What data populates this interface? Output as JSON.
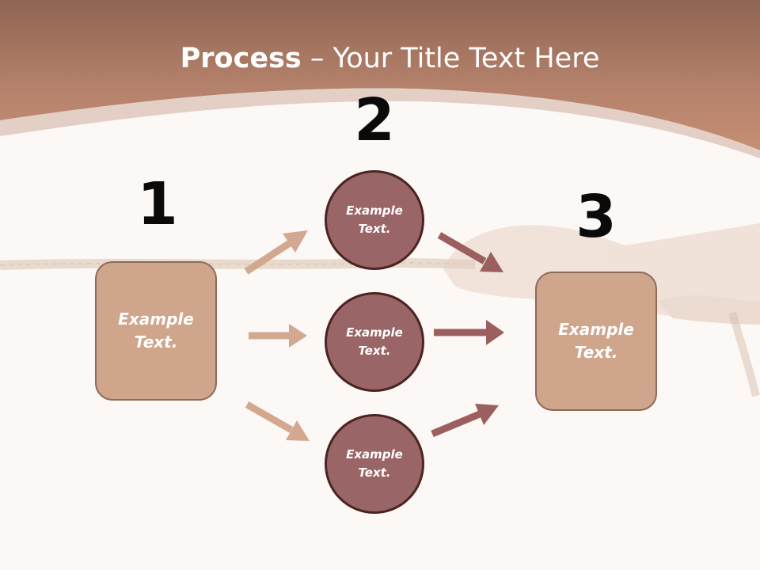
{
  "title": {
    "bold": "Process",
    "rest": " – Your Title Text Here"
  },
  "steps": [
    "1",
    "2",
    "3"
  ],
  "nodes": {
    "left_box": "Example Text.",
    "circle_top": "Example Text.",
    "circle_middle": "Example Text.",
    "circle_bottom": "Example Text.",
    "right_box": "Example Text."
  },
  "colors": {
    "header": "#b9826a",
    "box_fill": "#cfa58c",
    "circle_fill": "#9a6566",
    "arrow_light": "#d2a891",
    "arrow_dark": "#9c5f5f"
  }
}
